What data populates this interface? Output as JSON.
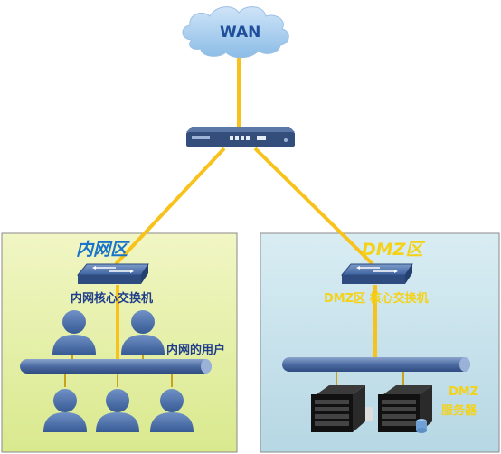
{
  "wan": {
    "label": "WAN"
  },
  "inner_zone": {
    "title": "内网区",
    "switch_label": "内网核心交换机",
    "users_label": "内网的用户"
  },
  "dmz_zone": {
    "title": "DMZ区",
    "switch_label": "DMZ区 核心交换机",
    "servers_label_line1": "DMZ",
    "servers_label_line2": "服务器"
  },
  "colors": {
    "link": "#f7c21b",
    "inner_zone_fill": "#e6f0a6",
    "dmz_zone_fill": "#c9e3ec",
    "bus": "#5878ad",
    "user": "#4a6fa8",
    "cloud": "#a7cdee",
    "accent_blue": "#1a74c9",
    "accent_yellow": "#f4d218"
  },
  "icons": {
    "wan": "cloud-icon",
    "router": "router-icon",
    "switch": "switch-icon",
    "user": "user-icon",
    "server": "server-icon"
  }
}
